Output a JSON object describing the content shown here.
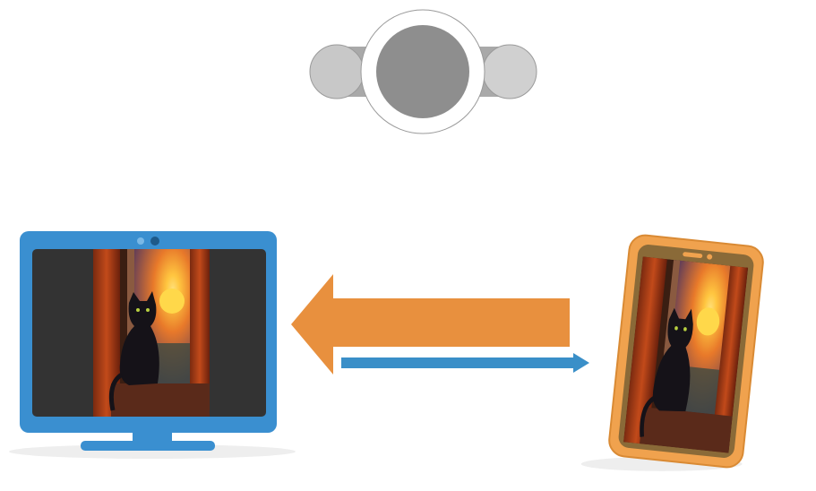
{
  "diagram": {
    "toggle": {
      "icon": "toggle-switch-icon",
      "track_color": "#a9a9a9",
      "knob_color": "#8e8e8e",
      "side_color": "#c8c8c8"
    },
    "source_device": {
      "icon": "desktop-monitor-icon",
      "color": "#3a8fd0"
    },
    "target_device": {
      "icon": "smartphone-icon",
      "color": "#f0a24e"
    },
    "arrows": [
      {
        "name": "large-arrow-left",
        "direction": "left",
        "color": "#e8903e"
      },
      {
        "name": "small-arrow-right",
        "direction": "right",
        "color": "#3a8fc8"
      }
    ],
    "shared_image": {
      "icon": "black-cat-at-sunset-window-painting"
    }
  }
}
